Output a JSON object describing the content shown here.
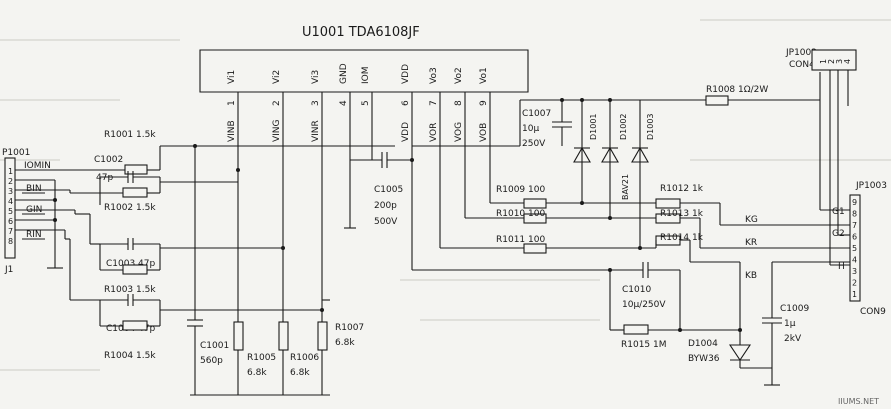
{
  "ic": {
    "name": "U1001  TDA6108JF",
    "pins": [
      {
        "label": "Vi1",
        "num": "1",
        "net": "VINB"
      },
      {
        "label": "Vi2",
        "num": "2",
        "net": "VING"
      },
      {
        "label": "Vi3",
        "num": "3",
        "net": "VINR"
      },
      {
        "label": "GND",
        "num": "4",
        "net": ""
      },
      {
        "label": "IOM",
        "num": "5",
        "net": ""
      },
      {
        "label": "VDD",
        "num": "6",
        "net": "VDD"
      },
      {
        "label": "Vo3",
        "num": "7",
        "net": "VOR"
      },
      {
        "label": "Vo2",
        "num": "8",
        "net": "VOG"
      },
      {
        "label": "Vo1",
        "num": "9",
        "net": "VOB"
      }
    ]
  },
  "connectors": {
    "p1001": {
      "ref": "P1001",
      "name": "J1",
      "pins": [
        "1",
        "2",
        "3",
        "4",
        "5",
        "6",
        "7",
        "8"
      ],
      "nets": [
        "IOMIN",
        "BIN",
        "GIN",
        "RIN"
      ]
    },
    "jp1002": {
      "ref": "JP1002",
      "name": "CON4",
      "pins": [
        "1",
        "2",
        "3",
        "4"
      ]
    },
    "jp1003": {
      "ref": "JP1003",
      "name": "CON9",
      "pins": [
        "9",
        "8",
        "7",
        "6",
        "5",
        "4",
        "3",
        "2",
        "1"
      ],
      "nets": [
        "G1",
        "G2",
        "H"
      ]
    }
  },
  "parts": {
    "r1001": "R1001 1.5k",
    "c1002a": "C1002",
    "c1002b": "47p",
    "r1002": "R1002 1.5k",
    "c1003": "C1003 47p",
    "r1003": "R1003 1.5k",
    "c1004": "C1004 47p",
    "r1004": "R1004 1.5k",
    "c1001a": "C1001",
    "c1001b": "560p",
    "r1005a": "R1005",
    "r1005b": "6.8k",
    "r1006a": "R1006",
    "r1006b": "6.8k",
    "r1007a": "R1007",
    "r1007b": "6.8k",
    "c1005a": "C1005",
    "c1005b": "200p",
    "c1005c": "500V",
    "c1007a": "C1007",
    "c1007b": "10μ",
    "c1007c": "250V",
    "d1001": "D1001",
    "d1002": "D1002",
    "d1003": "D1003",
    "bav21": "BAV21",
    "r1008": "R1008 1Ω/2W",
    "r1009": "R1009 100",
    "r1010": "R1010 100",
    "r1011": "R1011 100",
    "r1012": "R1012 1k",
    "r1013": "R1013 1k",
    "r1014": "R1014 1k",
    "c1010a": "C1010",
    "c1010b": "10μ/250V",
    "r1015": "R1015 1M",
    "d1004a": "D1004",
    "d1004b": "BYW36",
    "c1009a": "C1009",
    "c1009b": "1μ",
    "c1009c": "2kV"
  },
  "nets": {
    "kg": "KG",
    "kr": "KR",
    "kb": "KB"
  },
  "watermark": "IIUMS.NET"
}
